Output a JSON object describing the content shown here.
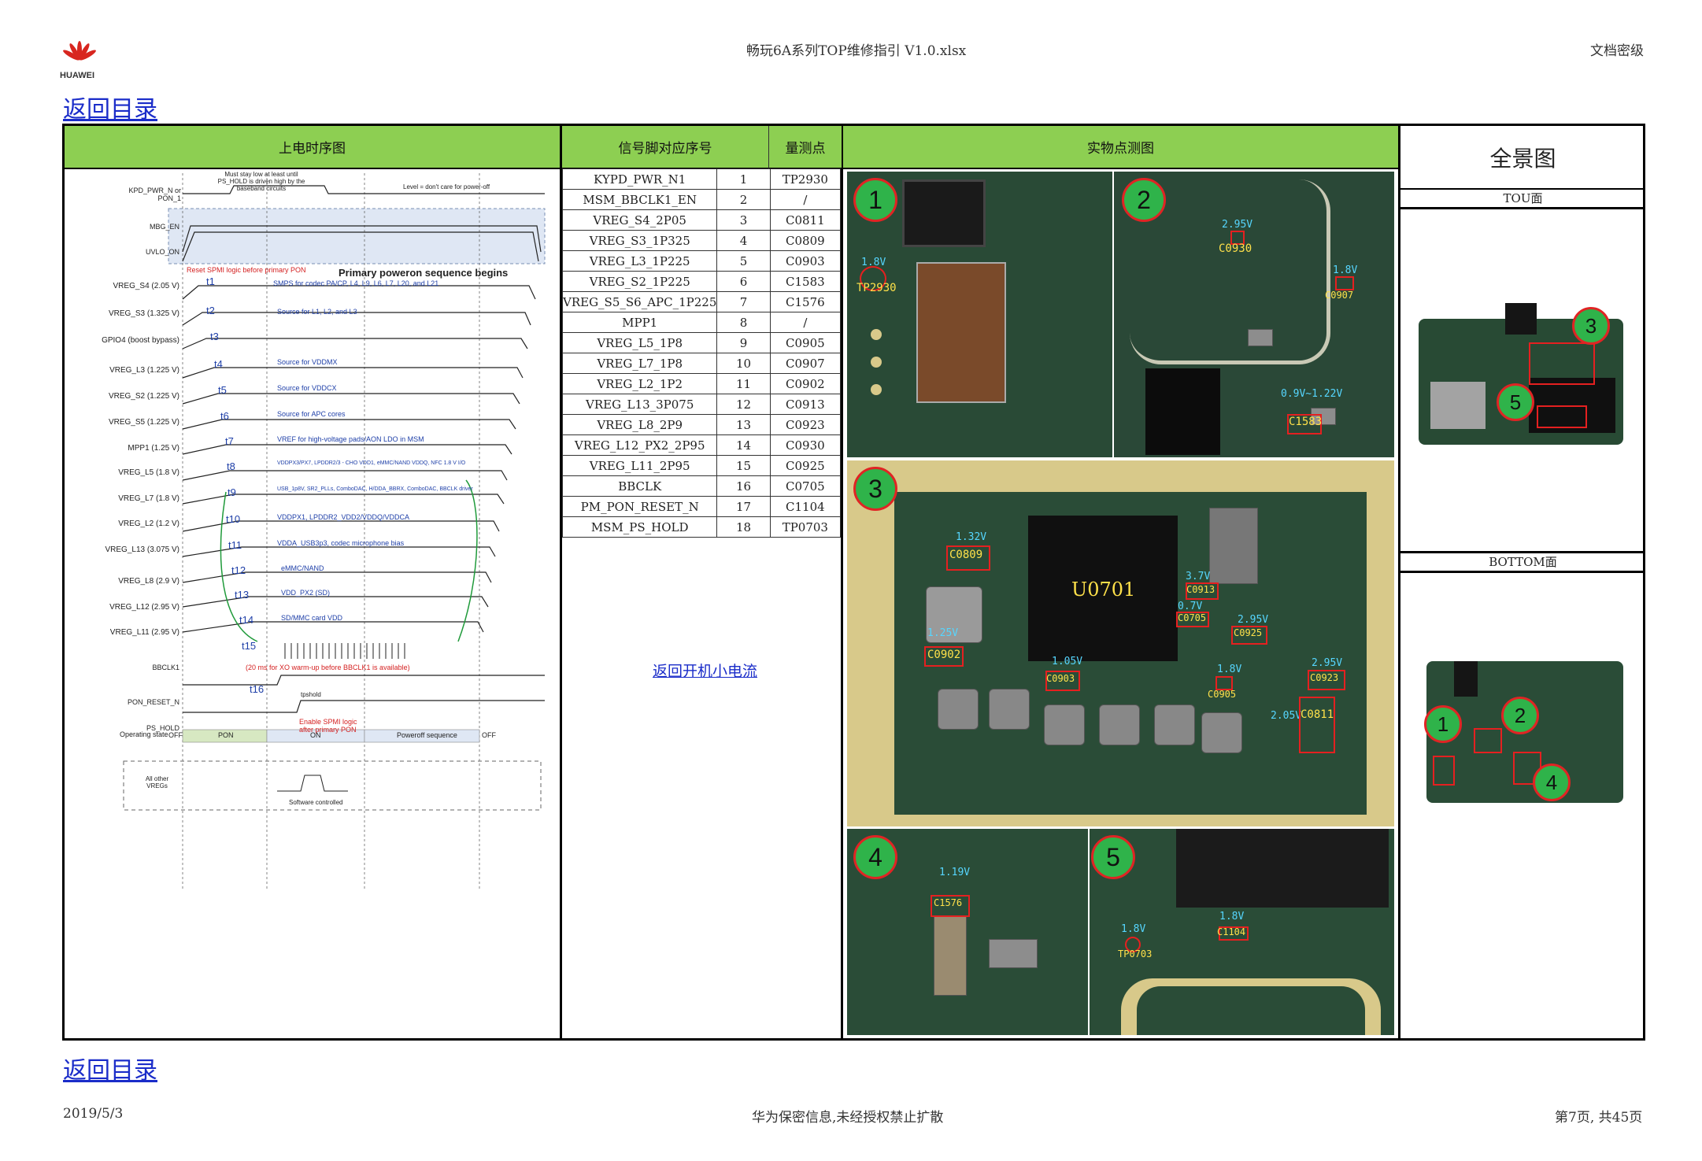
{
  "header": {
    "logo_text": "HUAWEI",
    "file_title": "畅玩6A系列TOP维修指引 V1.0.xlsx",
    "classification": "文档密级"
  },
  "nav": {
    "back_top": "返回目录",
    "back_bottom": "返回目录",
    "back_power": "返回开机小电流"
  },
  "sheet": {
    "col_timing": "上电时序图",
    "col_signal": "信号脚对应序号",
    "col_point": "量测点",
    "col_photo": "实物点测图",
    "panorama_title": "全景图",
    "top_face": "TOU面",
    "bottom_face": "BOTTOM面"
  },
  "signals": [
    {
      "name": "KYPD_PWR_N1",
      "no": "1",
      "point": "TP2930"
    },
    {
      "name": "MSM_BBCLK1_EN",
      "no": "2",
      "point": "/"
    },
    {
      "name": "VREG_S4_2P05",
      "no": "3",
      "point": "C0811"
    },
    {
      "name": "VREG_S3_1P325",
      "no": "4",
      "point": "C0809"
    },
    {
      "name": "VREG_L3_1P225",
      "no": "5",
      "point": "C0903"
    },
    {
      "name": "VREG_S2_1P225",
      "no": "6",
      "point": "C1583"
    },
    {
      "name": "VREG_S5_S6_APC_1P225",
      "no": "7",
      "point": "C1576"
    },
    {
      "name": "MPP1",
      "no": "8",
      "point": "/"
    },
    {
      "name": "VREG_L5_1P8",
      "no": "9",
      "point": "C0905"
    },
    {
      "name": "VREG_L7_1P8",
      "no": "10",
      "point": "C0907"
    },
    {
      "name": "VREG_L2_1P2",
      "no": "11",
      "point": "C0902"
    },
    {
      "name": "VREG_L13_3P075",
      "no": "12",
      "point": "C0913"
    },
    {
      "name": "VREG_L8_2P9",
      "no": "13",
      "point": "C0923"
    },
    {
      "name": "VREG_L12_PX2_2P95",
      "no": "14",
      "point": "C0930"
    },
    {
      "name": "VREG_L11_2P95",
      "no": "15",
      "point": "C0925"
    },
    {
      "name": "BBCLK",
      "no": "16",
      "point": "C0705"
    },
    {
      "name": "PM_PON_RESET_N",
      "no": "17",
      "point": "C1104"
    },
    {
      "name": "MSM_PS_HOLD",
      "no": "18",
      "point": "TP0703"
    }
  ],
  "timing": {
    "signals": [
      "KPD_PWR_N or PON_1",
      "MBG_EN",
      "UVLO_ON",
      "VREG_S4 (2.05 V)",
      "VREG_S3 (1.325 V)",
      "GPIO4 (boost bypass)",
      "VREG_L3 (1.225 V)",
      "VREG_S2 (1.225 V)",
      "VREG_S5 (1.225 V)",
      "MPP1 (1.25 V)",
      "VREG_L5 (1.8 V)",
      "VREG_L7 (1.8 V)",
      "VREG_L2 (1.2 V)",
      "VREG_L13 (3.075 V)",
      "VREG_L8 (2.9 V)",
      "VREG_L12 (2.95 V)",
      "VREG_L11 (2.95 V)",
      "BBCLK1",
      "PON_RESET_N",
      "PS_HOLD"
    ],
    "notes": [
      "Must stay low at least until PS_HOLD is driven high by the baseband circuits",
      "Level = don't care for power-off",
      "Reset SPMI logic before primary PON",
      "Primary poweron sequence begins",
      "SMPS for codec PA/CP, L4, L9, L6, L7, L20, and L21",
      "Source for L1, L2, and L3",
      "Source for VDDMX",
      "Source for VDDCX",
      "Source for APC cores",
      "VREF for high-voltage pads/AON LDO in MSM",
      "VDDPX3/PX7, LPDDR2/3 - CHO VDD1, eMMC/NAND VDDQ, NFC 1.8 V I/O",
      "USB_1p8V, SR2_PLLs, ComboDAC, H/DDA_BBRX, ComboDAC, BBCLK driver",
      "VDDPX1, LPDDR2_VDD2/VDDQ/VDDCA",
      "VDDA_USB3p3, codec microphone bias",
      "eMMC/NAND",
      "VDD_PX2 (SD)",
      "SD/MMC card VDD",
      "(20 ms for XO warm-up before BBCLK1 is available)",
      "Enable SPMI logic after primary PON",
      "All other VREGs",
      "Software controlled",
      "tpshold"
    ],
    "markers": [
      "t1",
      "t2",
      "t3",
      "t4",
      "t5",
      "t6",
      "t7",
      "t8",
      "t9",
      "t10",
      "t11",
      "t12",
      "t13",
      "t14",
      "t15",
      "t16"
    ],
    "state_label": "Operating state",
    "states": [
      "OFF",
      "PON",
      "ON",
      "Poweroff sequence",
      "OFF"
    ]
  },
  "photos": {
    "circle_labels": [
      "1",
      "2",
      "3",
      "4",
      "5"
    ],
    "chip_label": "U0701",
    "points": [
      {
        "ref": "TP2930",
        "v": "1.8V"
      },
      {
        "ref": "C0930",
        "v": "2.95V"
      },
      {
        "ref": "C0907",
        "v": "1.8V"
      },
      {
        "ref": "C1583",
        "v": "0.9V~1.22V"
      },
      {
        "ref": "C0809",
        "v": "1.32V"
      },
      {
        "ref": "C0913",
        "v": "3.7V"
      },
      {
        "ref": "C0705",
        "v": "0.7V"
      },
      {
        "ref": "C0925",
        "v": "2.95V"
      },
      {
        "ref": "C0902",
        "v": "1.25V"
      },
      {
        "ref": "C0903",
        "v": "1.05V"
      },
      {
        "ref": "C0905",
        "v": "1.8V"
      },
      {
        "ref": "C0923",
        "v": "2.95V"
      },
      {
        "ref": "C0811",
        "v": "2.05V"
      },
      {
        "ref": "C1576",
        "v": "1.19V"
      },
      {
        "ref": "TP0703",
        "v": "1.8V"
      },
      {
        "ref": "C1104",
        "v": "1.8V"
      }
    ]
  },
  "footer": {
    "date": "2019/5/3",
    "confidential": "华为保密信息,未经授权禁止扩散",
    "page": "第7页, 共45页"
  },
  "colors": {
    "header_green": "#8dcf52",
    "link_blue": "#1a2cc9",
    "marker_red": "#e52020",
    "label_yellow": "#ffe14a"
  }
}
